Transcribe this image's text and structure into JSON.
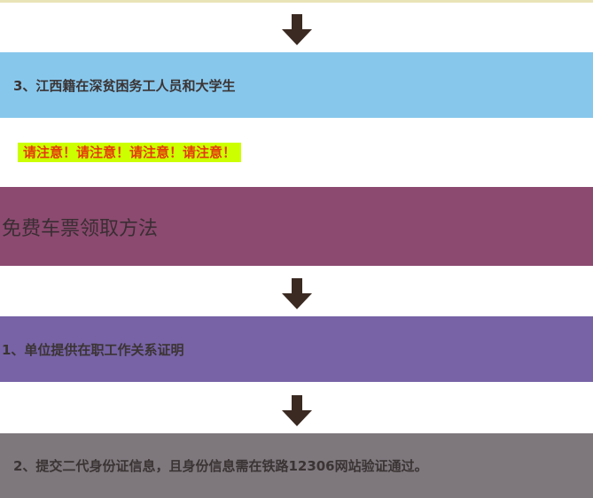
{
  "colors": {
    "top_rule": "#e9e3b8",
    "arrow": "#3b2a22",
    "band_blue": "#87c7ec",
    "notice_bg": "#ccff00",
    "notice_text": "#e53a0a",
    "band_plum": "#8c4a70",
    "band_purple": "#7763a6",
    "band_gray": "#7e777c"
  },
  "sections": {
    "eligibility_item_3": "3、江西籍在深贫困务工人员和大学生",
    "notice": "请注意！请注意！请注意！请注意！",
    "method_title": "免费车票领取方法",
    "step_1": "1、单位提供在职工作关系证明",
    "step_2": "2、提交二代身份证信息，且身份信息需在铁路12306网站验证通过。"
  },
  "icons": {
    "arrow": "down-arrow-icon"
  }
}
